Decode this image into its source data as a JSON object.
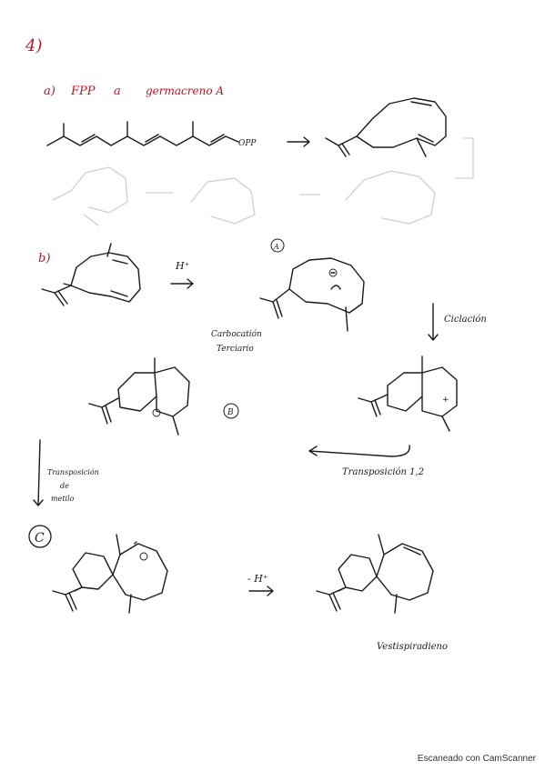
{
  "question_number": "4)",
  "part_a": {
    "label": "a)",
    "text_from": "FPP",
    "text_connector": "a",
    "text_to": "germacreno A",
    "opp_label": "OPP"
  },
  "part_b": {
    "label": "b)",
    "reagent": "H⁺",
    "intermediate_label": "A",
    "carbocation_caption_1": "Carbocatión",
    "carbocation_caption_2": "Terciario",
    "cyclization_label": "Ciclación",
    "intermediate_b_label": "B",
    "transposition_label": "Transposición 1,2",
    "methyl_shift_1": "Transposición",
    "methyl_shift_2": "de",
    "methyl_shift_3": "metilo"
  },
  "part_c": {
    "label": "C",
    "reagent": "- H⁺",
    "product_name": "Vestispiradieno"
  },
  "footer": "Escaneado con CamScanner"
}
